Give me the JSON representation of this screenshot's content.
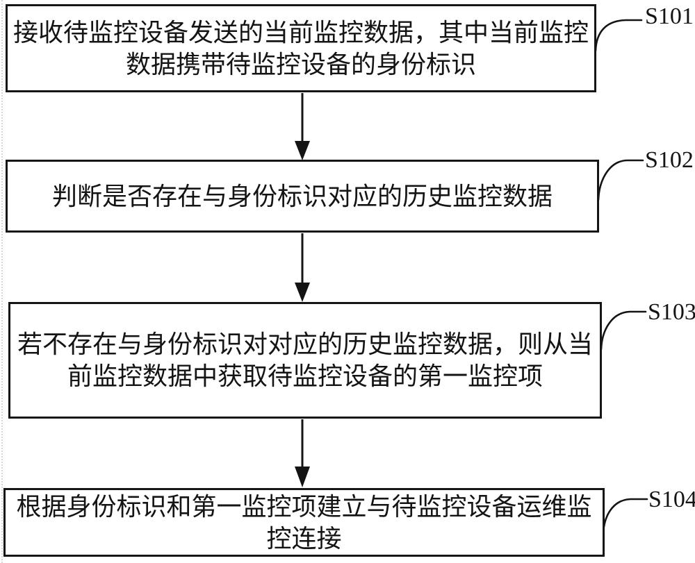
{
  "style": {
    "ink_color": "#141414",
    "background_color": "#ffffff"
  },
  "diagram": {
    "type": "flowchart",
    "steps": [
      {
        "label": "S101",
        "text": "接收待监控设备发送的当前监控数据，其中当前监控数据携带待监控设备的身份标识"
      },
      {
        "label": "S102",
        "text": "判断是否存在与身份标识对应的历史监控数据"
      },
      {
        "label": "S103",
        "text": "若不存在与身份标识对对应的历史监控数据，则从当前监控数据中获取待监控设备的第一监控项"
      },
      {
        "label": "S104",
        "text": "根据身份标识和第一监控项建立与待监控设备运维监控连接"
      }
    ]
  }
}
